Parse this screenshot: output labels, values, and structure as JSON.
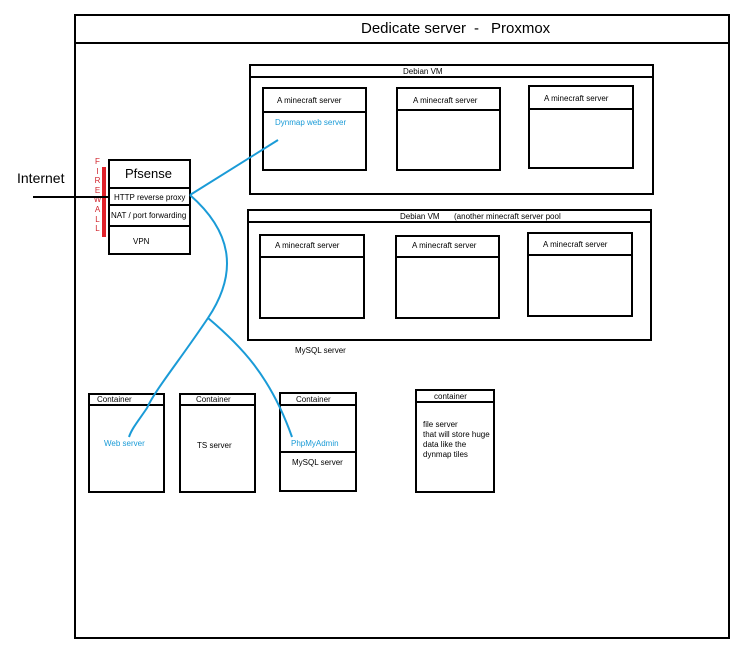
{
  "title": {
    "left": "Dedicate server",
    "dash": "-",
    "right": "Proxmox"
  },
  "internet_label": "Internet",
  "firewall": {
    "letters": [
      "F",
      "I",
      "R",
      "E",
      "W",
      "A",
      "L",
      "L"
    ]
  },
  "pfsense": {
    "title": "Pfsense",
    "rows": [
      "HTTP reverse proxy",
      "NAT / port forwarding",
      "VPN"
    ]
  },
  "vm1": {
    "title": "Debian VM",
    "servers": [
      "A minecraft server",
      "A minecraft server",
      "A minecraft server"
    ],
    "extra": "Dynmap web server"
  },
  "vm2": {
    "title": "Debian VM",
    "subtitle": "(another minecraft server pool",
    "servers": [
      "A minecraft server",
      "A minecraft server",
      "A minecraft server"
    ]
  },
  "mysql_label": "MySQL server",
  "containers": [
    {
      "header": "Container",
      "body": "Web server"
    },
    {
      "header": "Container",
      "body": "TS server"
    },
    {
      "header": "Container",
      "body": "PhpMyAdmin",
      "body2": "MySQL server"
    },
    {
      "header": "container",
      "body_lines": [
        "file server",
        "that will store huge",
        "data like the",
        "dynmap tiles"
      ]
    }
  ],
  "colors": {
    "link": "#1a9bd7",
    "firewall": "#e0222a",
    "firewall_text": "#d0242c"
  }
}
